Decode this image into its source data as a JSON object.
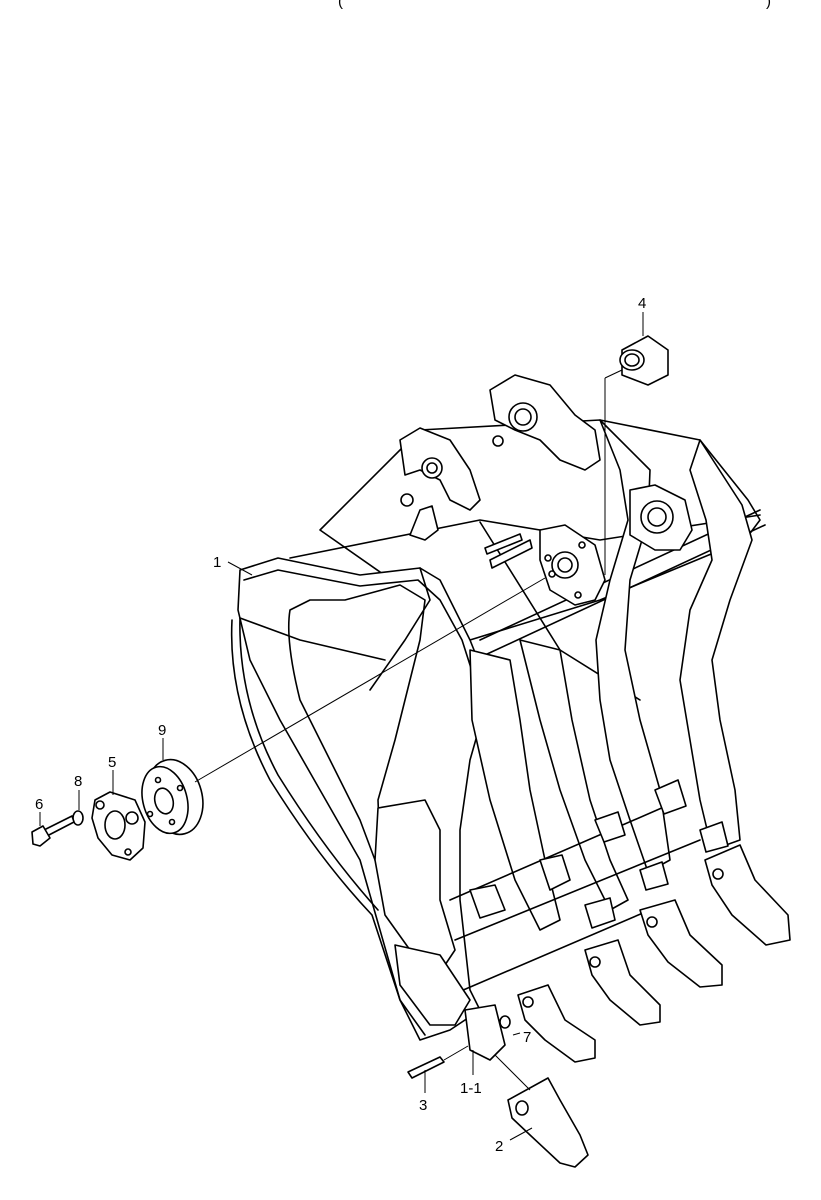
{
  "header_fragment": {
    "left": "(",
    "right": ")"
  },
  "labels": {
    "part_1": "1",
    "part_1_1": "1-1",
    "part_2": "2",
    "part_3": "3",
    "part_4": "4",
    "part_5": "5",
    "part_6": "6",
    "part_7": "7",
    "part_8": "8",
    "part_9": "9"
  }
}
